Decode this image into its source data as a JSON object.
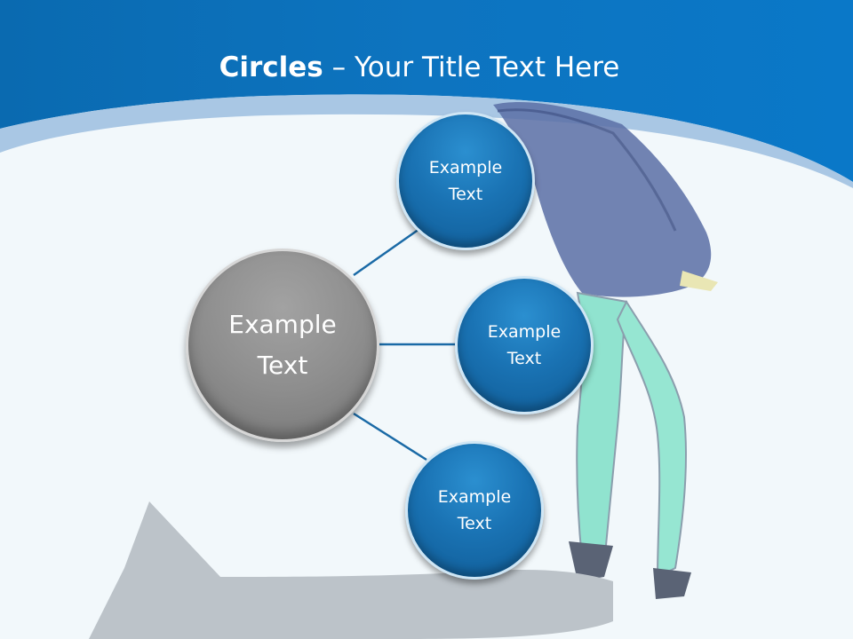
{
  "title": {
    "bold": "Circles",
    "rest": " – Your Title Text Here"
  },
  "center": {
    "label": "Example\nText"
  },
  "nodes": [
    {
      "label": "Example\nText"
    },
    {
      "label": "Example\nText"
    },
    {
      "label": "Example\nText"
    }
  ],
  "colors": {
    "header_blue": "#0a6fb8",
    "circle_blue": "#1a73b4",
    "center_gray": "#8e8e8e",
    "connector": "#1a6aa6",
    "background": "#f2f8fb"
  }
}
